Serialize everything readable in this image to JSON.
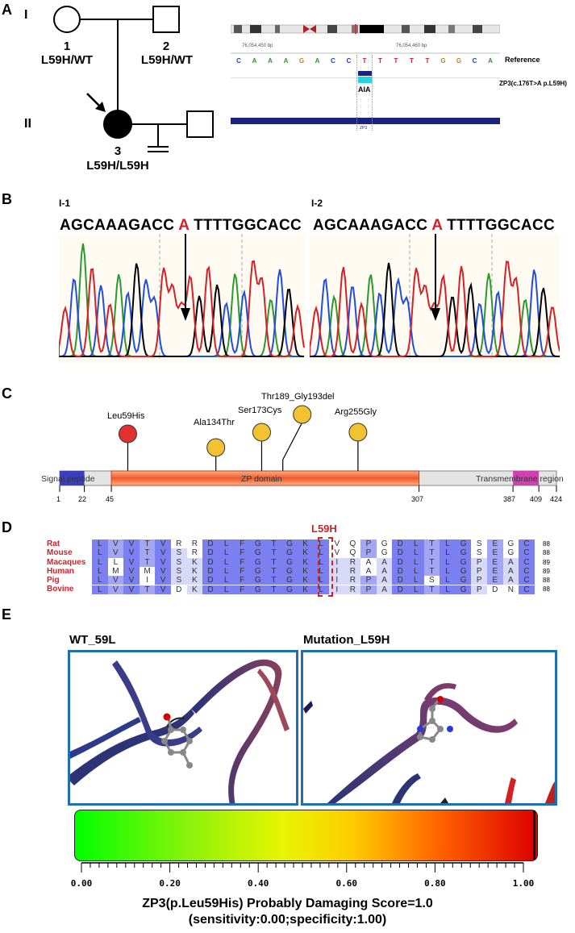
{
  "panels": {
    "A": "A",
    "B": "B",
    "C": "C",
    "D": "D",
    "E": "E"
  },
  "pedigree": {
    "gen1": "I",
    "gen2": "II",
    "ind1": {
      "num": "1",
      "geno": "L59H/WT"
    },
    "ind2": {
      "num": "2",
      "geno": "L59H/WT"
    },
    "ind3": {
      "num": "3",
      "geno": "L59H/L59H"
    }
  },
  "igv": {
    "pos1": "76,054,450 bp",
    "pos2": "76,054,460 bp",
    "ref_label": "Reference",
    "ref_seq": [
      "C",
      "A",
      "A",
      "A",
      "G",
      "A",
      "C",
      "C",
      "T",
      "T",
      "T",
      "T",
      "T",
      "G",
      "G",
      "C",
      "A"
    ],
    "variant_label": "ZP3(c.176T>A p.L59H)",
    "codon": "AIA",
    "gene": "ZP3"
  },
  "sanger": {
    "left": {
      "sample": "I-1",
      "pre": "AGCAAAGACC",
      "mut": "A",
      "post": "TTTTGGCACC"
    },
    "right": {
      "sample": "I-2",
      "pre": "AGCAAAGACC",
      "mut": "A",
      "post": "TTTTGGCACC"
    }
  },
  "domain_map": {
    "variants": [
      "Leu59His",
      "Ala134Thr",
      "Ser173Cys",
      "Thr189_Gly193del",
      "Arg255Gly"
    ],
    "regions": {
      "signal": "Signal peptide",
      "zp": "ZP domain",
      "tm": "Transmembrane region"
    },
    "ticks": [
      "1",
      "22",
      "45",
      "307",
      "387",
      "409",
      "424"
    ]
  },
  "alignment": {
    "marker": "L59H",
    "species": [
      "Rat",
      "Mouse",
      "Macaques",
      "Human",
      "Pig",
      "Bovine"
    ],
    "seqs": [
      "LVVTVRRDLFGTGKLVQPGDLTLGSEGC",
      "LVVTVSRDLFGTGKLVQPGDLTLGSEGC",
      "LLVTVSKDLFGTGKLIRAADLTLGPEAC",
      "LMVMVSKDLFGTGKLIRAADLTLGPEAC",
      "LVVIVSKDLFGTGKLIRPADLSLGPEAC",
      "LVVTVDKDLFGTGKLIRPADLTLGPDNC"
    ],
    "ends": [
      "88",
      "88",
      "89",
      "89",
      "88",
      "88"
    ]
  },
  "structure": {
    "left_title": "WT_59L",
    "right_title": "Mutation_L59H"
  },
  "scale": {
    "ticks": [
      "0.00",
      "0.20",
      "0.40",
      "0.60",
      "0.80",
      "1.00"
    ],
    "score": 1.0,
    "caption1": "ZP3(p.Leu59His) Probably Damaging Score=1.0",
    "caption2": "(sensitivity:0.00;specificity:1.00)"
  },
  "colors": {
    "red": "#d42027",
    "navy": "#1a237e",
    "cyan": "#27d3e0",
    "frame": "#1f6fb2"
  }
}
